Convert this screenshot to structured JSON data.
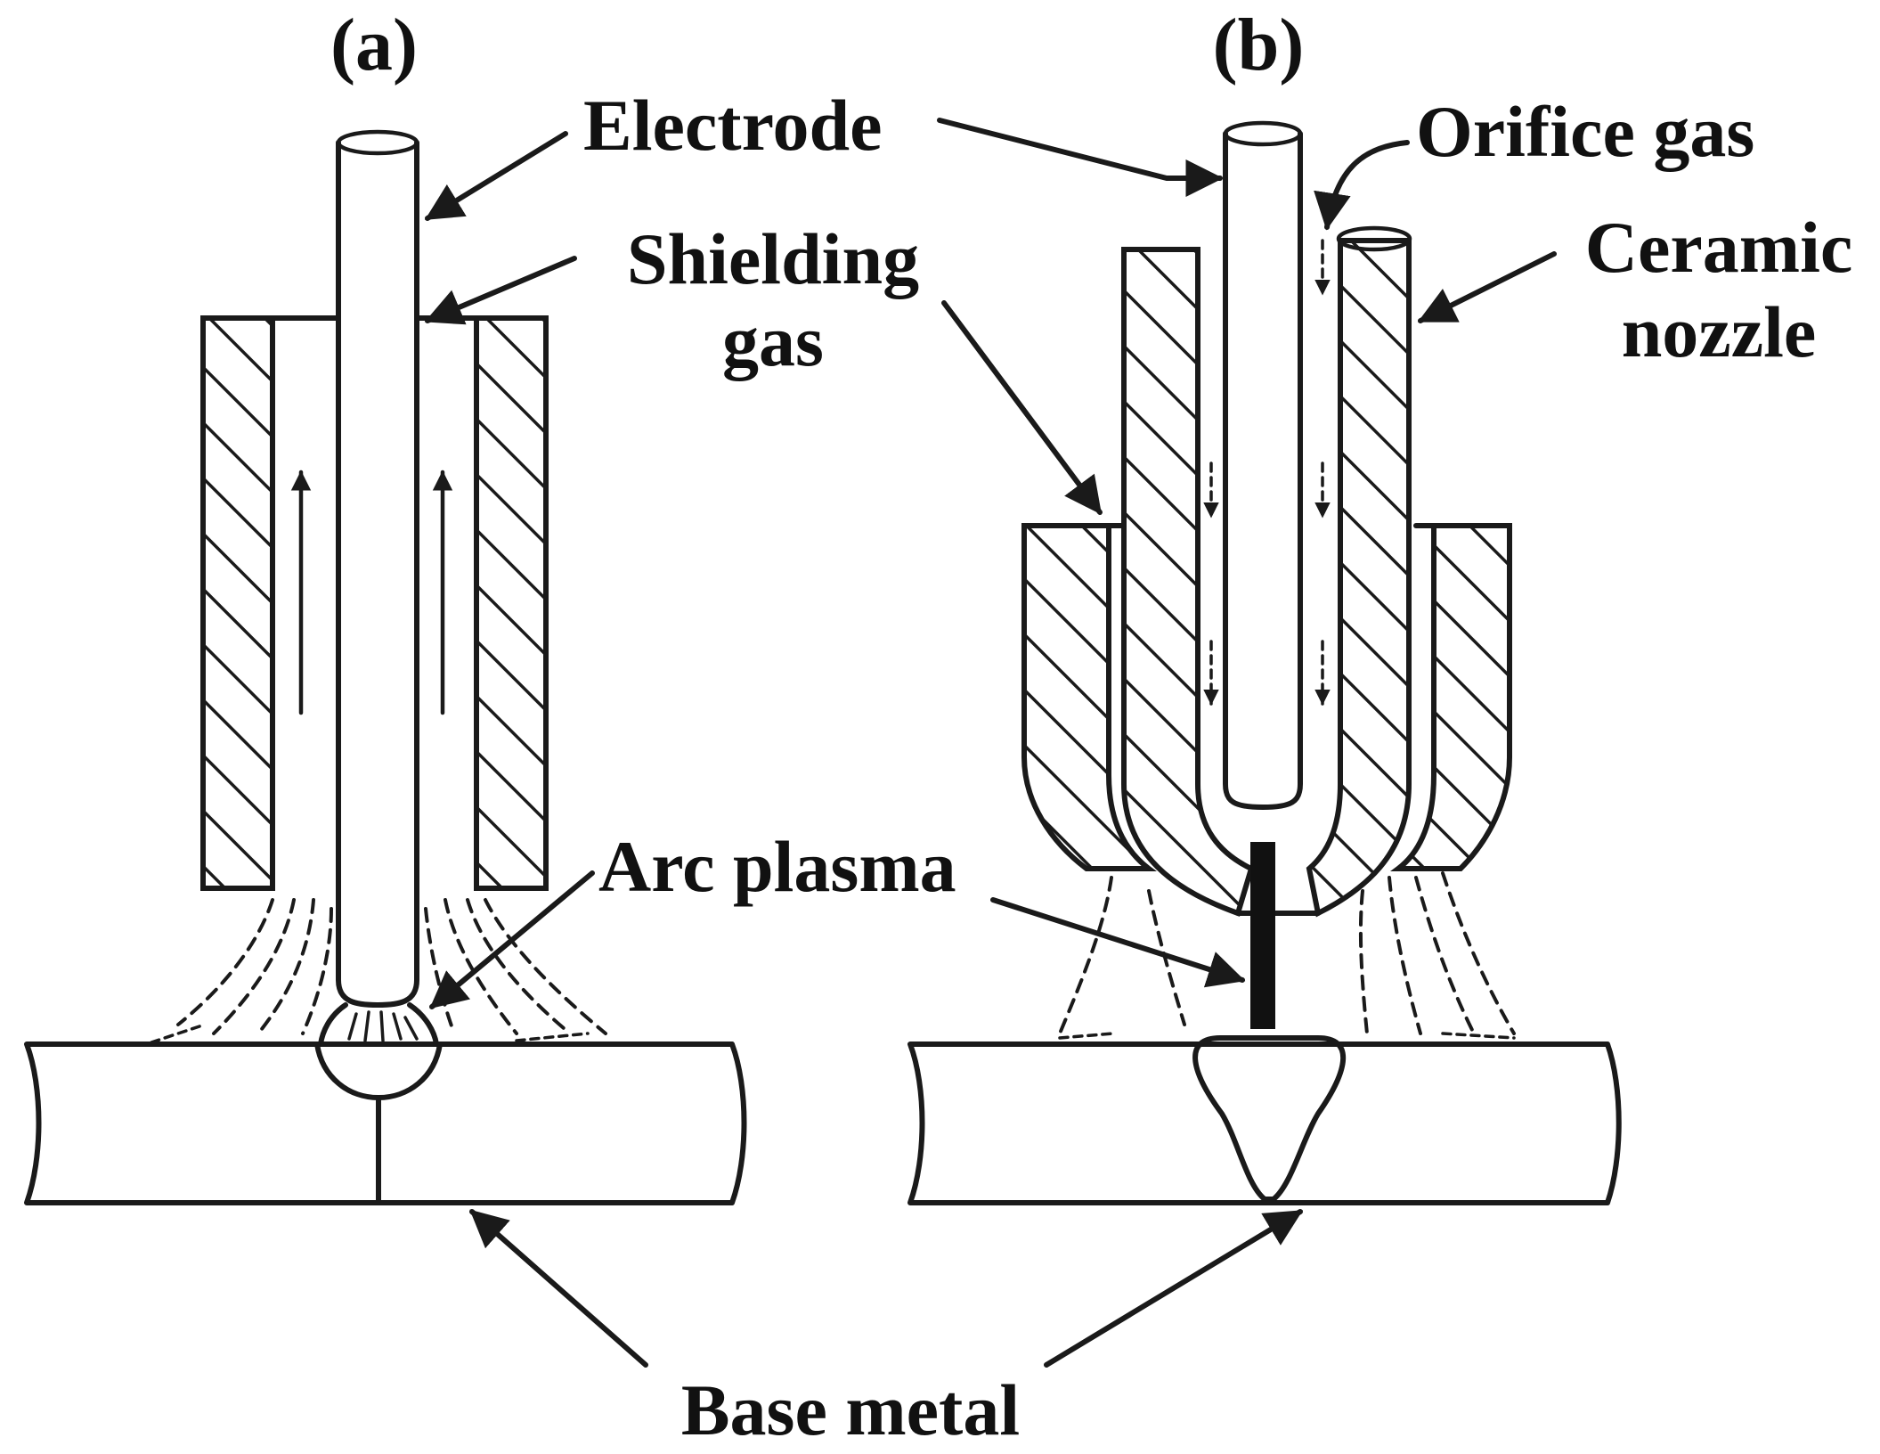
{
  "panels": {
    "a": "(a)",
    "b": "(b)"
  },
  "labels": {
    "electrode": "Electrode",
    "orifice_gas": "Orifice gas",
    "shielding_gas_line1": "Shielding",
    "shielding_gas_line2": "gas",
    "ceramic_nozzle_line1": "Ceramic",
    "ceramic_nozzle_line2": "nozzle",
    "arc_plasma": "Arc plasma",
    "base_metal": "Base metal"
  },
  "colors": {
    "ink": "#1a1a1a",
    "background": "#ffffff"
  }
}
